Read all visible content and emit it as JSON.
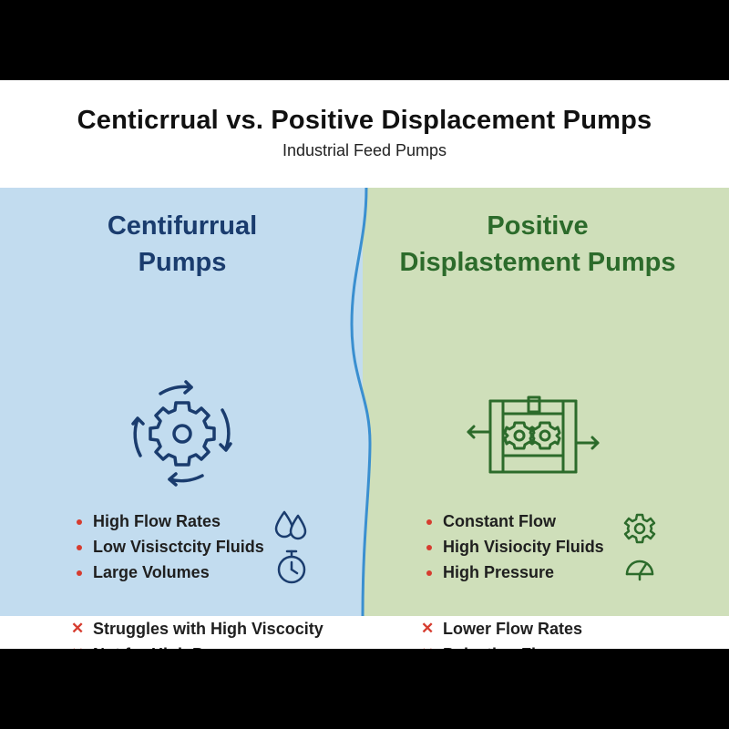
{
  "header": {
    "title": "Centicrrual vs. Positive Displacement Pumps",
    "subtitle": "Industrial Feed Pumps"
  },
  "left_panel": {
    "heading_line1": "Centifurrual",
    "heading_line2": "Pumps",
    "main_icon": "circular-arrows-gear-icon",
    "pros": [
      "High Flow Rates",
      "Low Visisctcity Fluids",
      "Large Volumes"
    ],
    "pros_icons": [
      "water-drops-icon",
      "stopwatch-icon"
    ],
    "cons": [
      "Struggles with High Viscocity",
      "Not for High Pressure"
    ]
  },
  "right_panel": {
    "heading_line1": "Positive",
    "heading_line2": "Displastement Pumps",
    "main_icon": "gear-pump-assembly-icon",
    "pros": [
      "Constant Flow",
      "High Visiocity Fluids",
      "High Pressure"
    ],
    "pros_icons": [
      "gear-icon",
      "pressure-gauge-icon"
    ],
    "cons": [
      "Lower Flow Rates",
      "Pulsating Flow"
    ]
  },
  "colors": {
    "left_bg": "#c2dcef",
    "right_bg": "#cfdfba",
    "left_accent": "#1a3c6e",
    "right_accent": "#2c6b2b",
    "bullet": "#d63c2f",
    "divider": "#3a8fd0"
  }
}
